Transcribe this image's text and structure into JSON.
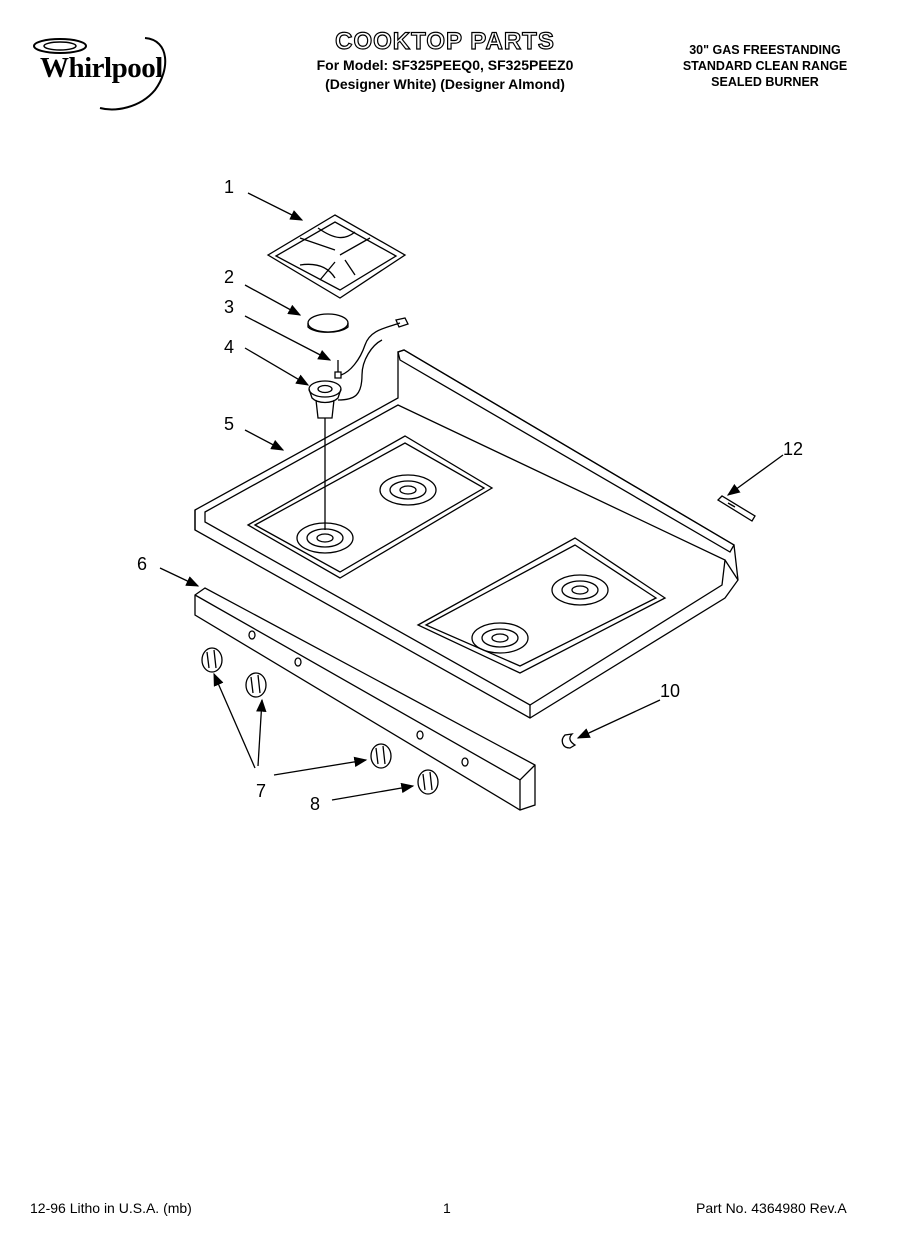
{
  "header": {
    "brand": "Whirlpool",
    "title": "COOKTOP PARTS",
    "model_line": "For Model: SF325PEEQ0, SF325PEEZ0",
    "color_line": "(Designer White) (Designer Almond)",
    "range_lines": [
      "30\" GAS FREESTANDING",
      "STANDARD CLEAN RANGE",
      "SEALED BURNER"
    ]
  },
  "callouts": [
    "1",
    "2",
    "3",
    "4",
    "5",
    "6",
    "7",
    "8",
    "10",
    "12"
  ],
  "footer": {
    "litho": "12-96 Litho in U.S.A. (mb)",
    "page": "1",
    "part_no": "Part No. 4364980 Rev.A"
  }
}
